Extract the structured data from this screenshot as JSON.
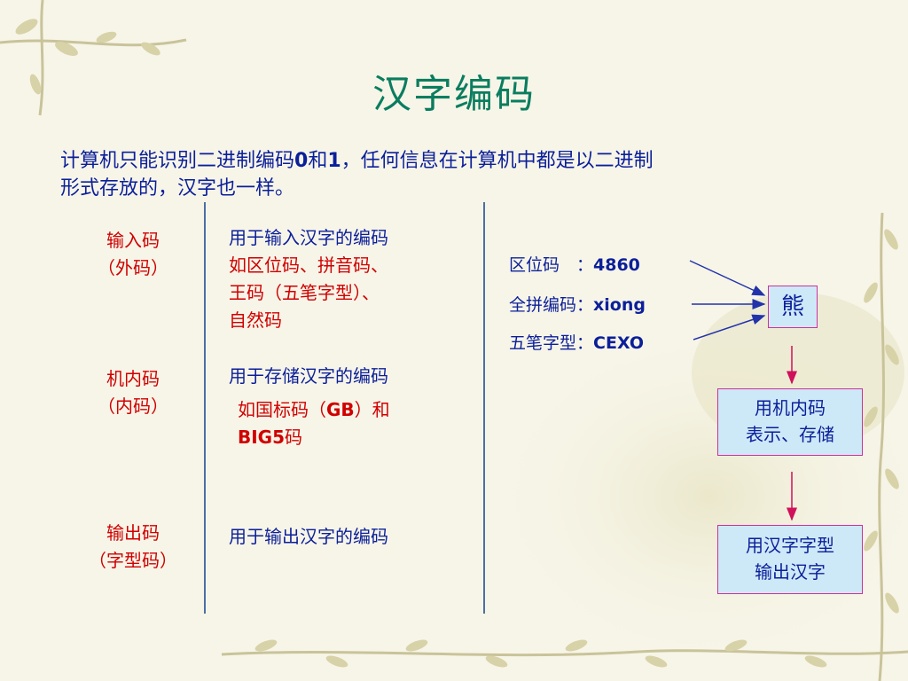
{
  "title": "汉字编码",
  "intro": {
    "part1": "计算机只能识别二进制编码",
    "zero": "0",
    "and": "和",
    "one": "1",
    "part2": "，任何信息在计算机中都是以二进制",
    "line2": "形式存放的，汉字也一样。"
  },
  "rows": [
    {
      "label1": "输入码",
      "label2": "（外码）",
      "desc": "用于输入汉字的编码",
      "example_lines": [
        "如区位码、拼音码、",
        "王码（五笔字型）、",
        "自然码"
      ]
    },
    {
      "label1": "机内码",
      "label2": "（内码）",
      "desc": "用于存储汉字的编码",
      "example_pre": "如国标码（",
      "example_gb": "GB",
      "example_mid": "）和",
      "example_big5": "BIG5",
      "example_post": "码"
    },
    {
      "label1": "输出码",
      "label2": "（字型码）",
      "desc": "用于输出汉字的编码"
    }
  ],
  "codes": [
    {
      "label": "区位码　：",
      "value": "4860"
    },
    {
      "label": "全拼编码：",
      "value": "xiong"
    },
    {
      "label": "五笔字型：",
      "value": "CEXO"
    }
  ],
  "char_box": "熊",
  "store_box": {
    "line1": "用机内码",
    "line2": "表示、存储"
  },
  "output_box": {
    "line1": "用汉字字型",
    "line2": "输出汉字"
  },
  "colors": {
    "title": "#0a7d5f",
    "blue_text": "#0b1f9a",
    "red_text": "#d00000",
    "box_fill": "#cde8f7",
    "box_border": "#d0309a",
    "arrow_blue": "#2233aa",
    "arrow_red": "#d0105a"
  }
}
